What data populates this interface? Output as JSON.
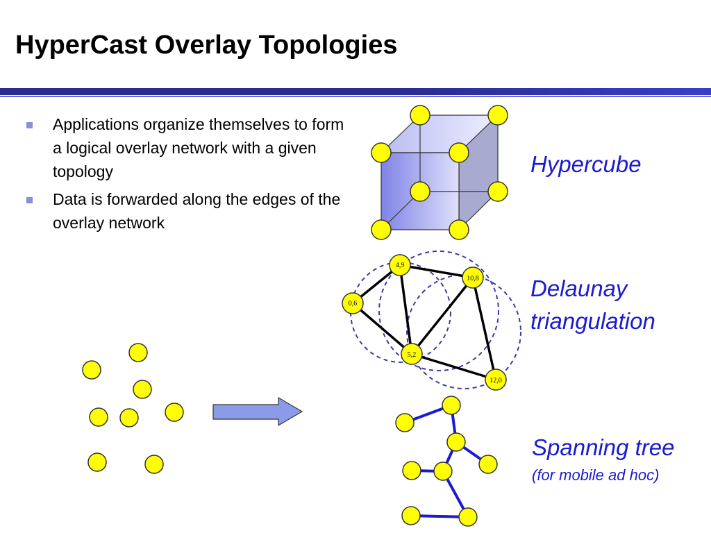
{
  "slide": {
    "title": "HyperCast Overlay Topologies"
  },
  "bullets": [
    "Applications organize themselves to form a logical overlay network with a given topology",
    "Data is forwarded along the edges of the overlay network"
  ],
  "topologies": {
    "hypercube": "Hypercube",
    "delaunay_line1": "Delaunay",
    "delaunay_line2": "triangulation",
    "spanning_tree": "Spanning tree",
    "spanning_tree_note": "(for mobile ad hoc)"
  },
  "delaunay_nodes": [
    "4,9",
    "10,8",
    "0,6",
    "5,2",
    "12,0"
  ],
  "colors": {
    "label_blue": "#1a1ad0",
    "node_yellow": "#ffff00",
    "arrow_fill": "#8c9be8",
    "edge_blue": "#1a1ad0",
    "circle_dash": "#3a3aa8"
  }
}
